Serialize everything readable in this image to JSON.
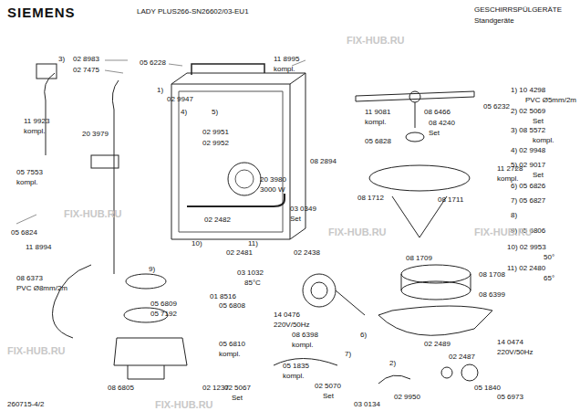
{
  "diagram": {
    "labels": [
      "SIEMENS",
      "LADY PLUS266-SN26602/03-EU1",
      "GESCHIRRSPÜLGERÄTE",
      "Standgeräte",
      "3)",
      "02 8983",
      "02 7475",
      "05 6228",
      "11 8995",
      "kompl.",
      "1)",
      "02 9947",
      "4)",
      "5)",
      "11 9923",
      "kompl.",
      "20 3979",
      "02 9951",
      "02 9952",
      "08 2894",
      "05 7553",
      "kompl.",
      "05 6824",
      "20 3980",
      "3000 W",
      "03 0349",
      "Set",
      "02 2482",
      "10)",
      "11)",
      "11 8994",
      "02 2481",
      "02 2438",
      "08 6373",
      "PVC Ø8mm/2m",
      "9)",
      "03 1032",
      "85°C",
      "01 8516",
      "05 6809",
      "05 7192",
      "05 6808",
      "05 6810",
      "kompl.",
      "08 6805",
      "02 1237",
      "260715-4/2",
      "05 1835",
      "kompl.",
      "02 5067",
      "Set",
      "02 5070",
      "Set",
      "14 0476",
      "220V/50Hz",
      "08 6398",
      "kompl.",
      "6)",
      "7)",
      "08 1709",
      "08 1708",
      "08 6399",
      "02 2489",
      "02 2487",
      "05 1840",
      "14 0474",
      "220V/50Hz",
      "2)",
      "02 9950",
      "05 6973",
      "03 0134",
      "11 9081",
      "kompl.",
      "08 6466",
      "05 6232",
      "05 6828",
      "08 4240",
      "Set",
      "11 2728",
      "kompl.",
      "08 1712",
      "08 1711",
      "1) 10 4298",
      "PVC Ø5mm/2m",
      "2) 02 5069",
      "Set",
      "3) 08 5572",
      "kompl.",
      "4) 02 9948",
      "5) 02 9017",
      "Set",
      "6) 05 6826",
      "7) 05 6827",
      "8)",
      "9) 05 6806",
      "10) 02 9953",
      "50°",
      "11) 02 2480",
      "65°",
      "FIX-HUB.RU",
      "FIX-HUB.RU",
      "FIX-HUB.RU",
      "FIX-HUB.RU",
      "FIX-HUB.RU",
      "FIX-HUB.RU"
    ]
  }
}
